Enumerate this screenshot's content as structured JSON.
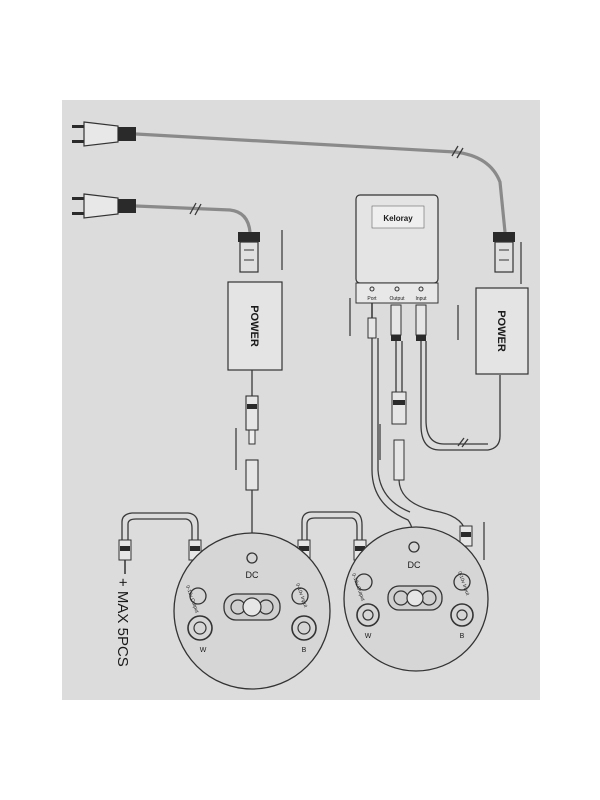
{
  "power_supply_left": {
    "label": "POWER"
  },
  "power_supply_right": {
    "label": "POWER"
  },
  "controller": {
    "brand": "Keloray",
    "ports": {
      "port": "Port",
      "output": "Output",
      "input": "Input"
    }
  },
  "light_left": {
    "dc_label": "DC",
    "w_label": "W",
    "b_label": "B",
    "w_output_label": "0-12v Output",
    "b_input_label": "0-10v Input"
  },
  "light_right": {
    "dc_label": "DC",
    "w_label": "W",
    "b_label": "B",
    "w_output_label": "0-12v Output",
    "b_input_label": "0-10v Input"
  },
  "chain_note": "+ MAX 5PCS"
}
